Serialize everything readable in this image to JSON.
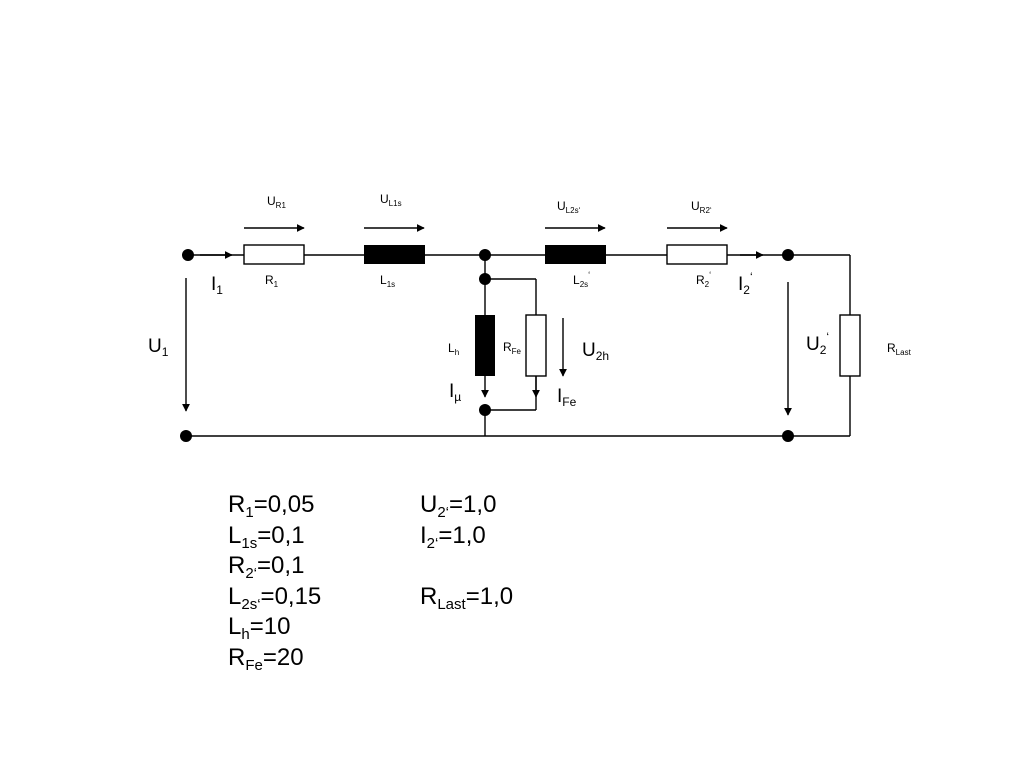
{
  "colors": {
    "line": "#000000",
    "background": "#ffffff"
  },
  "circuit": {
    "voltage_labels": {
      "ur1": {
        "main": "U",
        "sub": "R1"
      },
      "ul1s": {
        "main": "U",
        "sub": "L1s"
      },
      "ul2s": {
        "main": "U",
        "sub": "L2s‘"
      },
      "ur2": {
        "main": "U",
        "sub": "R2‘"
      },
      "u1": {
        "main": "U",
        "sub": "1"
      },
      "u2h": {
        "main": "U",
        "sub": "2h"
      },
      "u2": {
        "main": "U",
        "sub": "2",
        "sup": "‘"
      }
    },
    "current_labels": {
      "i1": {
        "main": "I",
        "sub": "1"
      },
      "i2": {
        "main": "I",
        "sub": "2",
        "sup": "‘"
      },
      "imu": {
        "main": "I",
        "sub": "µ"
      },
      "ife": {
        "main": "I",
        "sub": "Fe"
      }
    },
    "component_labels": {
      "r1": {
        "main": "R",
        "sub": "1"
      },
      "l1s": {
        "main": "L",
        "sub": "1s"
      },
      "l2s": {
        "main": "L",
        "sub": "2s",
        "sup": "‘"
      },
      "r2": {
        "main": "R",
        "sub": "2",
        "sup": "‘"
      },
      "lh": {
        "main": "L",
        "sub": "h"
      },
      "rfe": {
        "main": "R",
        "sub": "Fe"
      },
      "rlast": {
        "main": "R",
        "sub": "Last"
      }
    }
  },
  "parameters": {
    "left": [
      {
        "sym": "R",
        "sub": "1",
        "val": "=0,05"
      },
      {
        "sym": "L",
        "sub": "1s",
        "val": "=0,1"
      },
      {
        "sym": "R",
        "sub": "2‘",
        "val": "=0,1"
      },
      {
        "sym": "L",
        "sub": "2s‘",
        "val": "=0,15"
      },
      {
        "sym": "L",
        "sub": "h",
        "val": "=10"
      },
      {
        "sym": "R",
        "sub": "Fe",
        "val": "=20"
      }
    ],
    "right": [
      {
        "sym": "U",
        "sub": "2‘",
        "val": "=1,0"
      },
      {
        "sym": "I",
        "sub": "2‘",
        "val": "=1,0"
      },
      {
        "sym": "",
        "sub": "",
        "val": ""
      },
      {
        "sym": "R",
        "sub": "Last",
        "val": "=1,0"
      }
    ]
  }
}
